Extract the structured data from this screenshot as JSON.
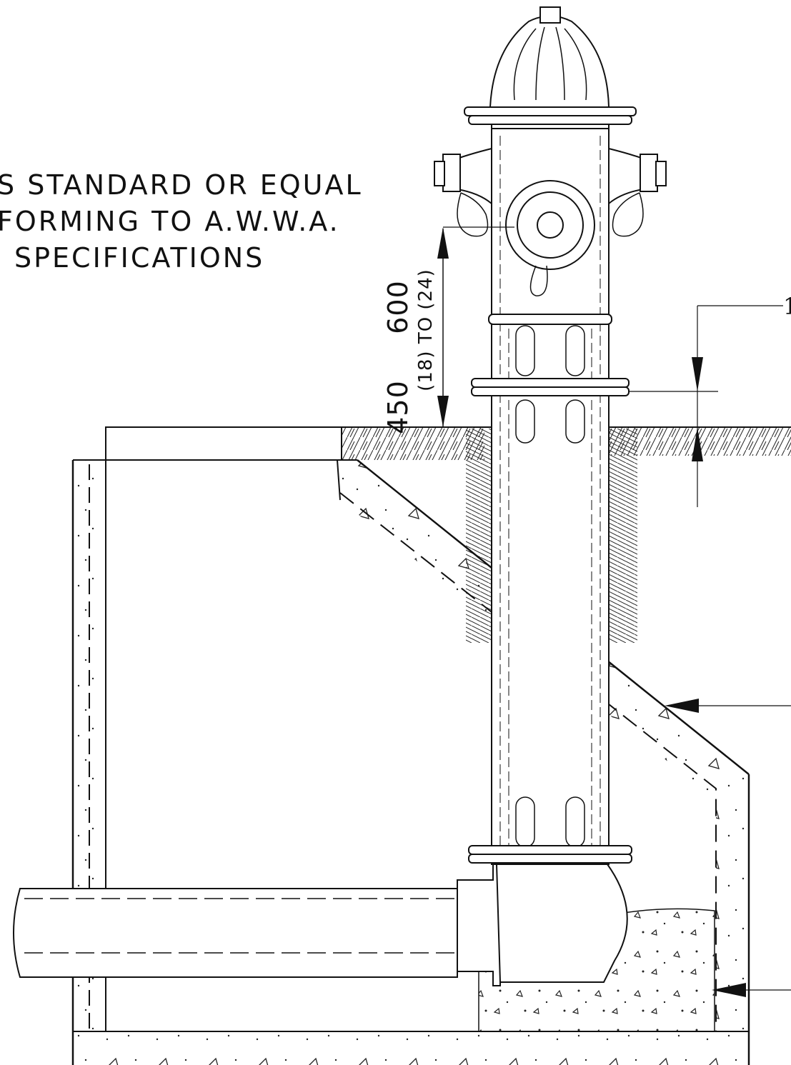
{
  "note": {
    "line1": "S STANDARD OR EQUAL",
    "line2": "FORMING TO A.W.W.A.",
    "line3": "SPECIFICATIONS"
  },
  "dimension": {
    "min_mm": "450",
    "max_mm": "600",
    "imperial": "(18) TO (24)"
  },
  "callout": {
    "number": "1"
  }
}
